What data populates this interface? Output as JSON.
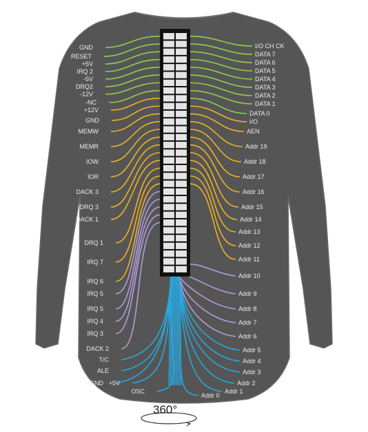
{
  "left_labels": [
    "GND",
    "RESET",
    "+5V",
    "IRQ 2",
    "-5V",
    "DRQ2",
    "-12V",
    "-NC",
    "+12V",
    "GND",
    "MEMW",
    "MEMR",
    "IOW",
    "IOR",
    "DACK 3",
    "DRQ 3",
    "DACK 1",
    "DRQ 1",
    "IRQ 7",
    "IRQ 6",
    "IRQ 5",
    "IRQ 5",
    "IRQ 4",
    "IRQ 3",
    "DACK 2",
    "T/C",
    "ALE",
    "+5V",
    "OSC",
    "GND"
  ],
  "right_labels": [
    "I/O CH CK",
    "DATA 7",
    "DATA 6",
    "DATA 5",
    "DATA 4",
    "DATA 3",
    "DATA 2",
    "DATA 1",
    "DATA 0",
    "I/O",
    "AEN",
    "Addr 19",
    "Addr 18",
    "Addr 17",
    "Addr 16",
    "Addr 15",
    "Addr 14",
    "Addr 13",
    "Addr 12",
    "Addr 11",
    "Addr 10",
    "Addr 9",
    "Addr 8",
    "Addr 7",
    "Addr 6",
    "Addr 5",
    "Addr 4",
    "Addr 3",
    "Addr 2",
    "Addr 1",
    "Addr 0"
  ],
  "rotate_label": "360°",
  "colors": {
    "shirt": "#555555",
    "shirt_seam": "#6a6a6a",
    "power_group": "#8fd14f",
    "data_group": "#f0b323",
    "irq_group": "#b39ddb",
    "clock_group": "#29a8e0",
    "connector_body": "#111111",
    "connector_pin": "#e4e4e4"
  }
}
